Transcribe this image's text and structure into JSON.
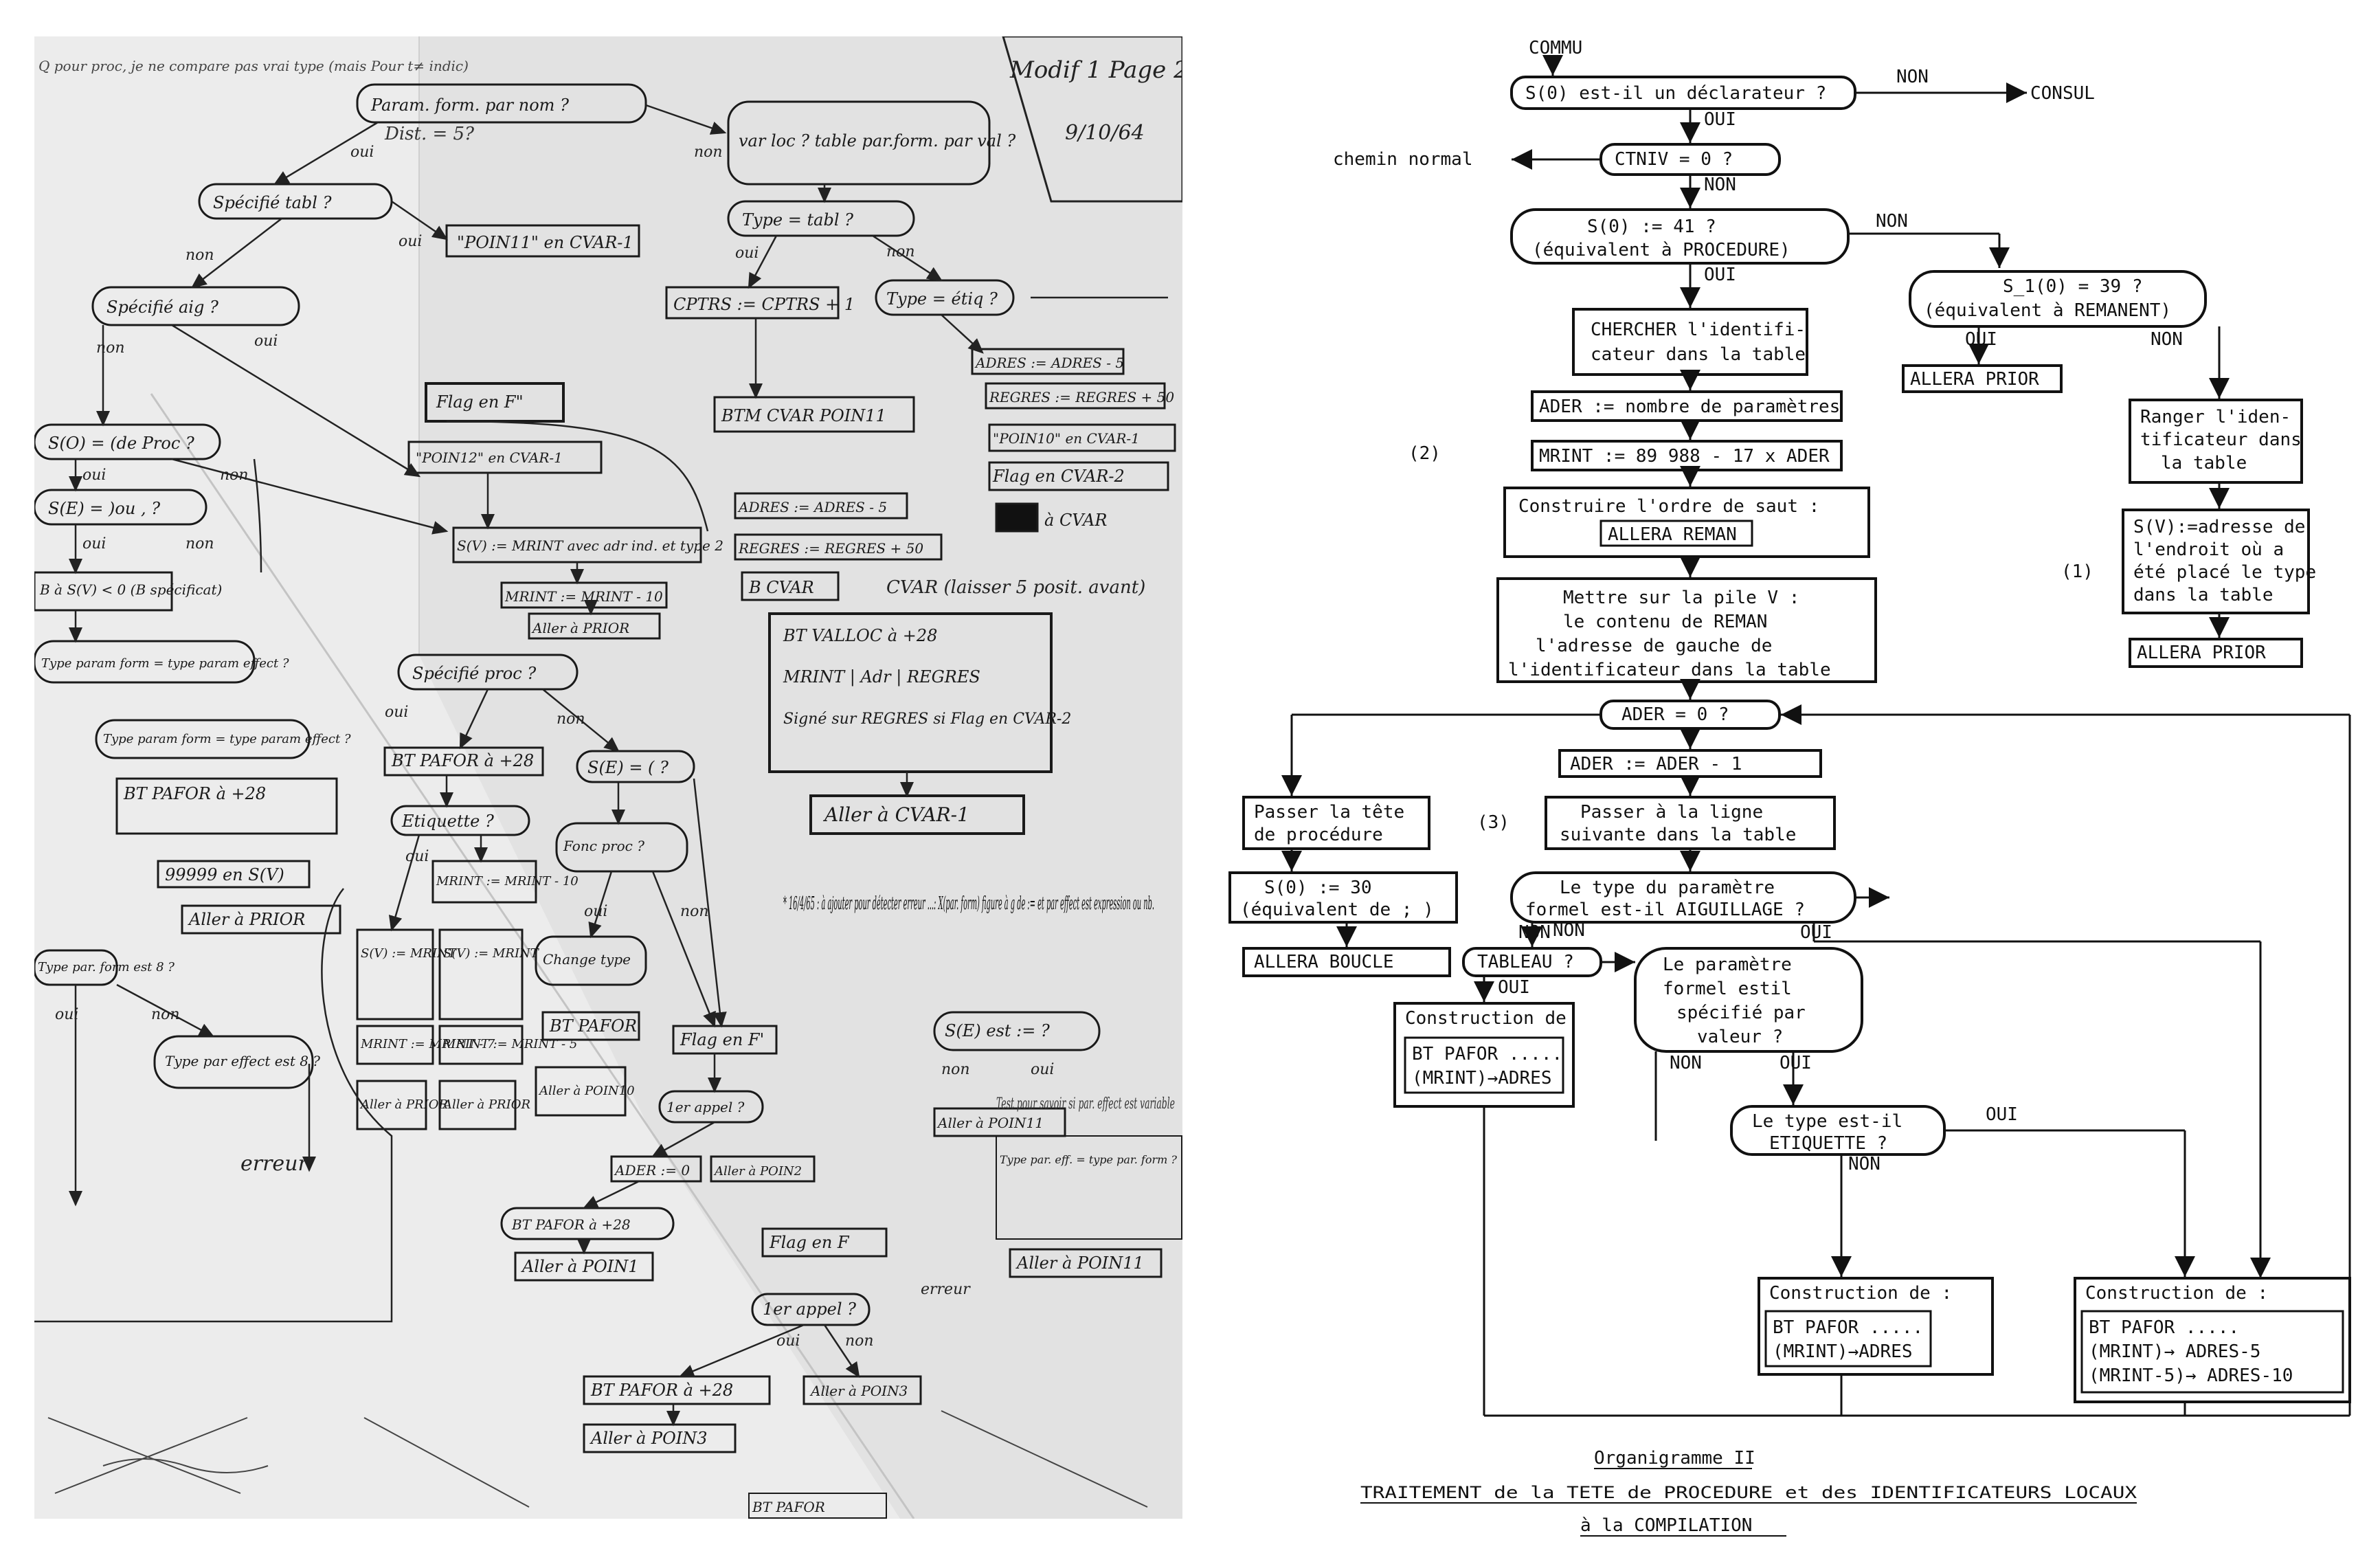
{
  "left": {
    "header": {
      "tag": "Modif 1 Page 2",
      "date": "9/10/64"
    },
    "notes": {
      "corner": "Q pour proc, je ne compare pas vrai type (mais Pour t≠ indic)",
      "dist": "Dist. = 5?",
      "note1": "* 16/4/65 : à ajouter pour détecter erreur ...: X(par. form) figure à g de := et par effect est expression ou nb.",
      "cvar_note": "CVAR (laisser 5 posit. avant)",
      "test_note": "Test pour savoir si par. effect est variable",
      "err": "erreur"
    },
    "boxes": [
      "Param. form. par nom ?",
      "var loc ? table par.form. par val ?",
      "Spécifié tabl ?",
      "\"POIN11\" en CVAR-1",
      "Type = tabl ?",
      "CPTRS := CPTRS + 1",
      "Type = étiq ?",
      "Spécifié aig ?",
      "ADRES := ADRES - 5",
      "REGRES := REGRES + 50",
      "Flag en F\"",
      "BTM CVAR POIN11",
      "\"POIN10\" en CVAR-1",
      "\"POIN12\" en CVAR-1",
      "Flag en CVAR-2",
      "S(O) = (de Proc ?",
      "ADRES := ADRES - 5",
      "à CVAR",
      "S(E) = )ou , ?",
      "S(V) := MRINT avec adr ind. et type 2",
      "REGRES := REGRES + 50",
      "B à S(V) < 0 (B spécificat)",
      "MRINT := MRINT - 10",
      "B CVAR",
      "Aller à PRIOR",
      "Type param form = type param effect ?",
      "Spécifié proc ?",
      "BT VALLOC à +28",
      "MRINT | Adr | REGRES",
      "Signé sur REGRES si Flag en CVAR-2",
      "Type param form = type param effect ?",
      "BT PAFOR à +28",
      "S(E) = ( ?",
      "BT PAFOR à +28",
      "99999 en S(V)",
      "Etiquette ?",
      "Aller à CVAR-1",
      "Aller à PRIOR",
      "Fonc proc ?",
      "MRINT := MRINT - 10",
      "Type par. form est 8 ?",
      "S(V) := MRINT",
      "S(V) := MRINT",
      "Change type",
      "Type par effect est 8 ?",
      "MRINT := MRINT - 7",
      "MRINT := MRINT - 5",
      "BT PAFOR",
      "S(E) est := ?",
      "Flag en F'",
      "Aller à PRIOR",
      "Aller à PRIOR",
      "Aller à POIN10",
      "Aller à POIN11",
      "1er appel ?",
      "Type par. eff. = type par. form ?",
      "ADER := 0",
      "Aller à POIN2",
      "BT PAFOR à +28",
      "Flag en F",
      "Aller à POIN1",
      "Aller à POIN11",
      "1er appel ?",
      "BT PAFOR à +28",
      "Aller à POIN3",
      "Aller à POIN3",
      "BT PAFOR"
    ],
    "labels": {
      "oui": "oui",
      "non": "non"
    }
  },
  "right": {
    "top_label": "COMMU",
    "consul": "CONSUL",
    "chemin": "chemin normal",
    "oui": "OUI",
    "non": "NON",
    "mark1": "(1)",
    "mark2": "(2)",
    "mark3": "(3)",
    "boxes": {
      "b1": "S(0) est-il un déclarateur ?",
      "b2": "CTNIV = 0 ?",
      "b3a": "S(0) := 41 ?",
      "b3b": "(équivalent à PROCEDURE)",
      "b4a": "S_1(0) = 39 ?",
      "b4b": "(équivalent à REMANENT)",
      "b5a": "CHERCHER l'identifi-",
      "b5b": "cateur dans la table",
      "b6": "ALLERA PRIOR",
      "b7a": "Ranger l'iden-",
      "b7b": "tificateur dans",
      "b7c": "la table",
      "b8": "ADER := nombre de paramètres",
      "b9": "MRINT := 89 988 - 17 x ADER",
      "b10a": "Construire l'ordre de saut :",
      "b10b": "ALLERA REMAN",
      "b11a": "S(V):=adresse de",
      "b11b": "l'endroit où a",
      "b11c": "été placé le type",
      "b11d": "dans la table",
      "b12": "ALLERA PRIOR",
      "b13a": "Mettre sur la pile V :",
      "b13b": "le contenu de REMAN",
      "b13c": "l'adresse de gauche de",
      "b13d": "l'identificateur dans la table",
      "b14": "ADER = 0 ?",
      "b15": "ADER := ADER - 1",
      "b16a": "Passer la tête",
      "b16b": "de procédure",
      "b17a": "Passer à la ligne",
      "b17b": "suivante dans la table",
      "b18a": "S(0) := 30",
      "b18b": "(équivalent de ; )",
      "b19a": "Le type du paramètre",
      "b19b": "formel est-il AIGUILLAGE ?",
      "b20": "ALLERA BOUCLE",
      "b21": "TABLEAU ?",
      "b22a": "Le paramètre",
      "b22b": "formel estil",
      "b22c": "spécifié par",
      "b22d": "valeur ?",
      "b23": "Construction de",
      "b23x1": "BT PAFOR .....",
      "b23x2": "(MRINT)→ADRES",
      "b24a": "Le type est-il",
      "b24b": "ETIQUETTE ?",
      "b25": "Construction de :",
      "b25x1": "BT PAFOR .....",
      "b25x2": "(MRINT)→ADRES",
      "b26": "Construction de :",
      "b26x1": "BT PAFOR .....",
      "b26x2": "(MRINT)→ ADRES-5",
      "b26x3": "(MRINT-5)→ ADRES-10"
    },
    "caption": {
      "l1": "Organigramme II",
      "l2": "TRAITEMENT de la TETE de PROCEDURE et des IDENTIFICATEURS LOCAUX",
      "l3": "à la COMPILATION"
    }
  }
}
